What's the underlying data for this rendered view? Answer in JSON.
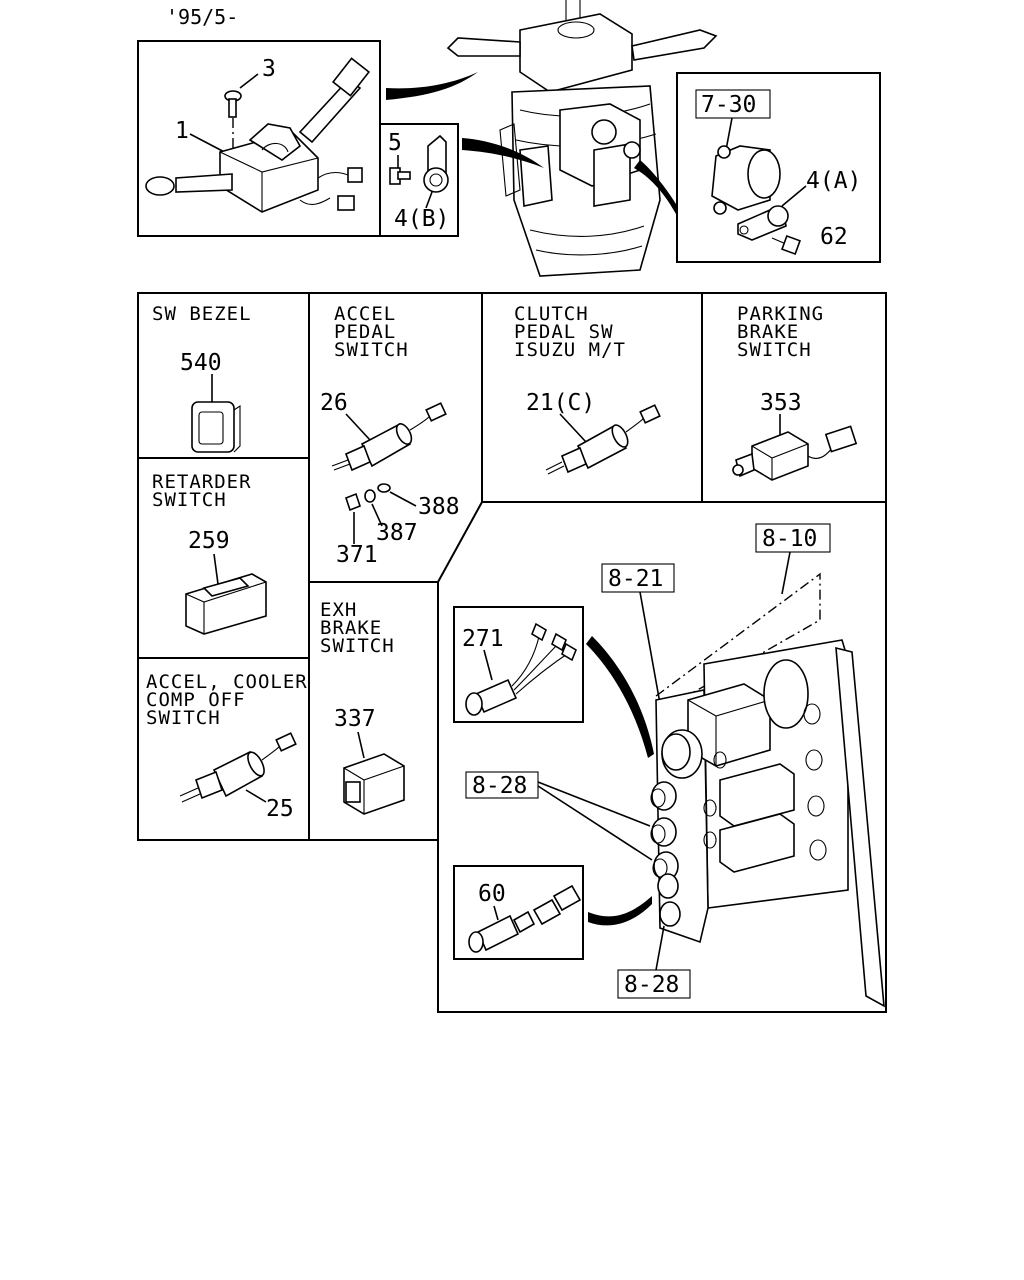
{
  "header": {
    "date_code": "'95/5-"
  },
  "sections": {
    "sw_bezel": {
      "title": [
        "SW BEZEL"
      ],
      "part": "540"
    },
    "accel_pedal_switch": {
      "title": [
        "ACCEL",
        "PEDAL",
        "SWITCH"
      ],
      "part": "26",
      "extra_parts": [
        "388",
        "387",
        "371"
      ]
    },
    "clutch_pedal_sw": {
      "title": [
        "CLUTCH",
        "PEDAL SW",
        "ISUZU M/T"
      ],
      "part": "21(C)"
    },
    "parking_brake_switch": {
      "title": [
        "PARKING",
        "BRAKE",
        "SWITCH"
      ],
      "part": "353"
    },
    "retarder_switch": {
      "title": [
        "RETARDER",
        "SWITCH"
      ],
      "part": "259"
    },
    "exh_brake_switch": {
      "title": [
        "EXH",
        "BRAKE",
        "SWITCH"
      ],
      "part": "337"
    },
    "accel_cooler_comp_off_switch": {
      "title": [
        "ACCEL, COOLER",
        "COMP OFF",
        "SWITCH"
      ],
      "part": "25"
    }
  },
  "column_switch": {
    "parts": [
      "3",
      "1"
    ]
  },
  "clamp_b": {
    "parts": [
      "5",
      "4(B)"
    ]
  },
  "clamp_a": {
    "ref_box": "7-30",
    "parts": [
      "4(A)",
      "62"
    ]
  },
  "relay_box": {
    "ref_boxes": [
      "8-10",
      "8-21",
      "8-28",
      "8-28"
    ],
    "insets": [
      "271",
      "60"
    ]
  },
  "icons": [
    "column-switch-icon",
    "steering-column-icon",
    "clamp-icon",
    "bolt-icon",
    "switch-icon",
    "relay-box-icon",
    "harness-icon"
  ]
}
